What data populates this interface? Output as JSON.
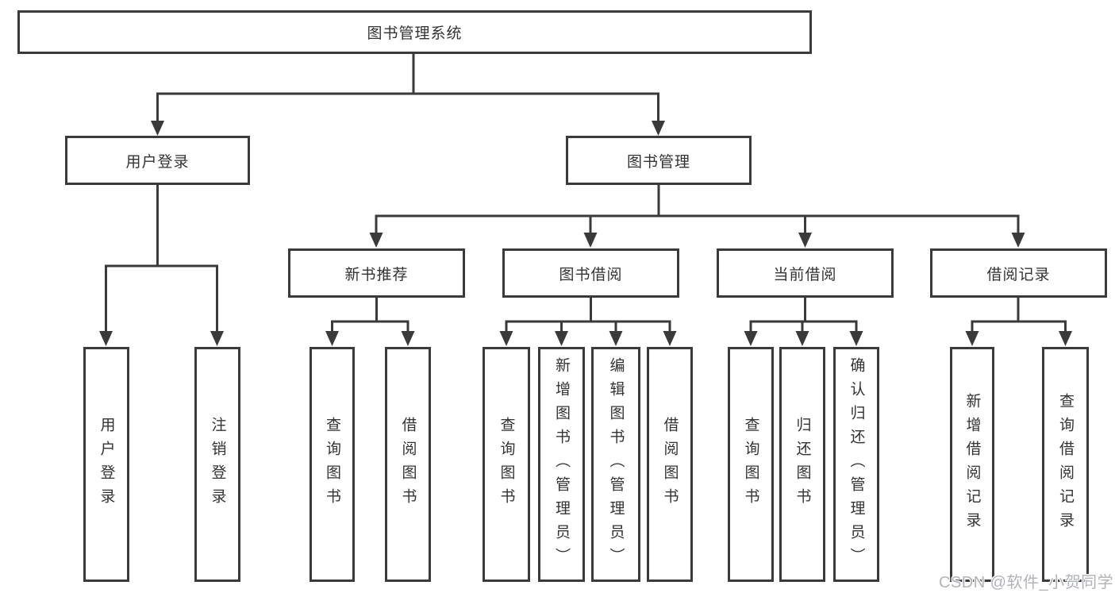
{
  "nodes": {
    "root": "图书管理系统",
    "login": "用户登录",
    "mgmt": "图书管理",
    "new_rec": "新书推荐",
    "book_borrow": "图书借阅",
    "current_borrow": "当前借阅",
    "borrow_records": "借阅记录",
    "leaf_user_login": "用户登录",
    "leaf_logout": "注销登录",
    "leaf_query_book_1": "查询图书",
    "leaf_borrow_book_1": "借阅图书",
    "leaf_query_book_2": "查询图书",
    "leaf_add_book": "新增图书（管理员）",
    "leaf_edit_book": "编辑图书（管理员）",
    "leaf_borrow_book_2": "借阅图书",
    "leaf_query_book_3": "查询图书",
    "leaf_return_book": "归还图书",
    "leaf_confirm_return": "确认归还（管理员）",
    "leaf_add_record": "新增借阅记录",
    "leaf_query_record": "查询借阅记录"
  },
  "watermark": "CSDN @软件_小贺同学",
  "colors": {
    "line": "#3a3a3a",
    "text": "#333333",
    "watermark": "#b0b3b8",
    "background": "#ffffff"
  }
}
